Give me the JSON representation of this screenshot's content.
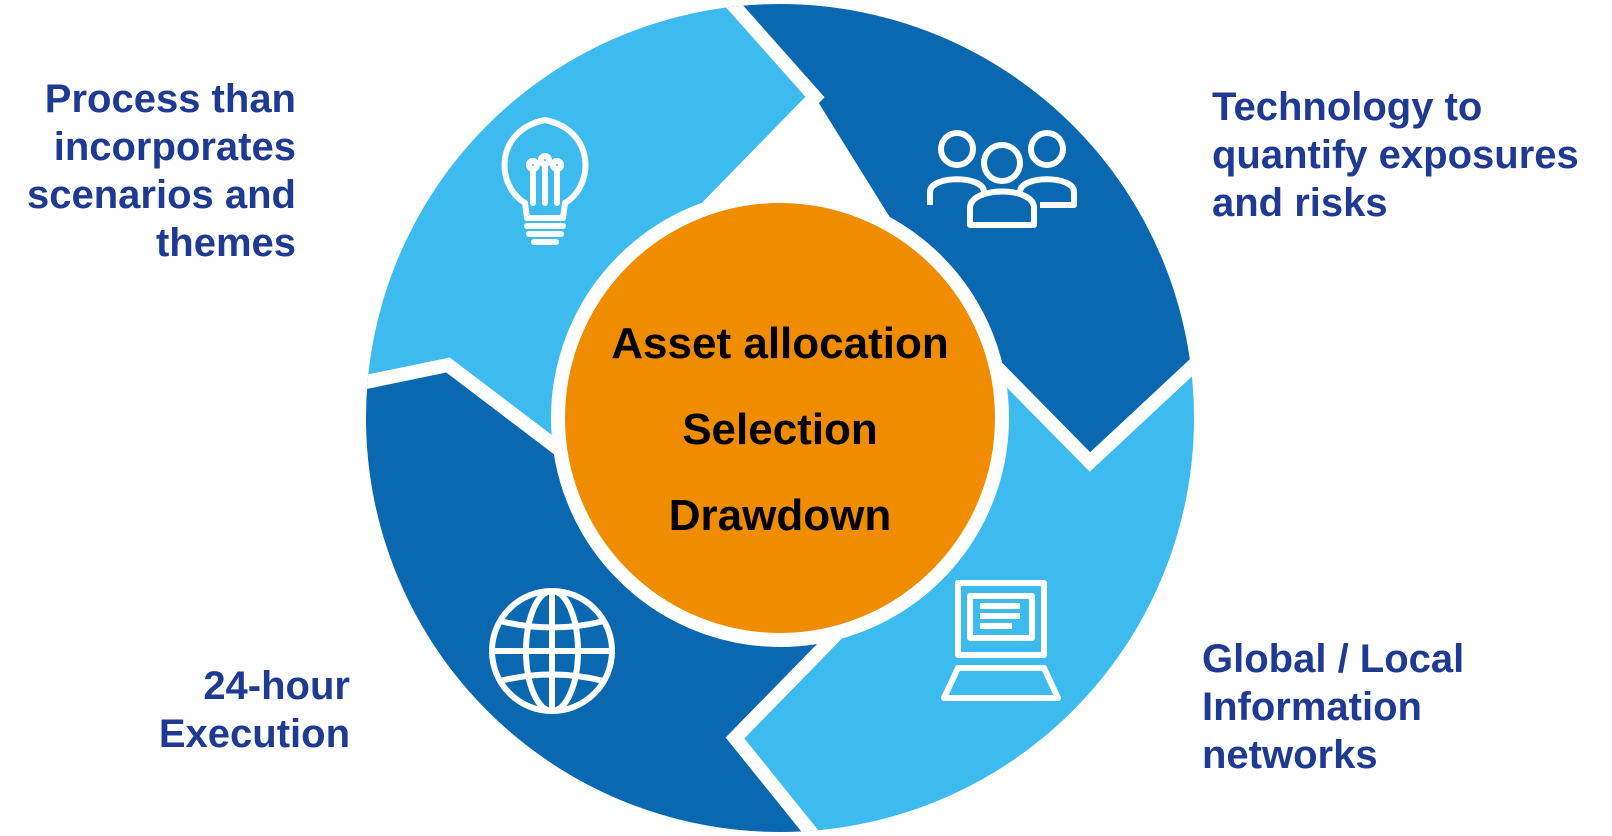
{
  "colors": {
    "light_blue": "#3dbbee",
    "dark_blue": "#0a68b1",
    "center_orange": "#f08c00",
    "label_text": "#1f3a93",
    "center_text": "#000000",
    "icon_stroke": "#ffffff"
  },
  "center": {
    "lines": [
      "Asset allocation",
      "Selection",
      "Drawdown"
    ]
  },
  "segments": [
    {
      "position": "top-left",
      "icon": "lightbulb-icon",
      "color": "light_blue",
      "label_lines": [
        "Process than",
        "incorporates",
        "scenarios and",
        "themes"
      ]
    },
    {
      "position": "top-right",
      "icon": "people-group-icon",
      "color": "dark_blue",
      "label_lines": [
        "Technology to",
        "quantify exposures",
        "and risks"
      ]
    },
    {
      "position": "bottom-right",
      "icon": "computer-monitor-icon",
      "color": "light_blue",
      "label_lines": [
        "Global / Local",
        "Information",
        "networks"
      ]
    },
    {
      "position": "bottom-left",
      "icon": "globe-icon",
      "color": "dark_blue",
      "label_lines": [
        "24-hour",
        "Execution"
      ]
    }
  ]
}
